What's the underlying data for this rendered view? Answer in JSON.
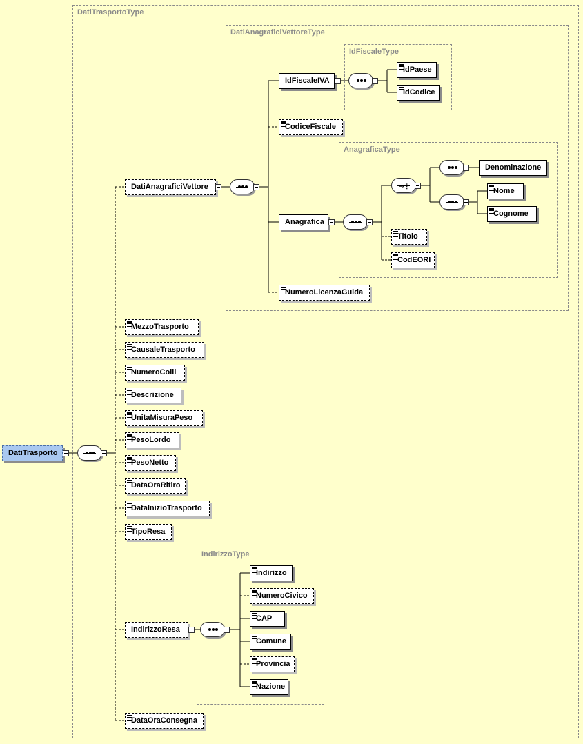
{
  "diagram": {
    "types": {
      "dati_trasporto_type": "DatiTrasportoType",
      "dati_anagrafici_vettore_type": "DatiAnagraficiVettoreType",
      "id_fiscale_type": "IdFiscaleType",
      "anagrafica_type": "AnagraficaType",
      "indirizzo_type": "IndirizzoType"
    },
    "nodes": {
      "dati_trasporto": "DatiTrasporto",
      "dati_anagrafici_vettore": "DatiAnagraficiVettore",
      "id_fiscale_iva": "IdFiscaleIVA",
      "id_paese": "IdPaese",
      "id_codice": "IdCodice",
      "codice_fiscale": "CodiceFiscale",
      "anagrafica": "Anagrafica",
      "denominazione": "Denominazione",
      "nome": "Nome",
      "cognome": "Cognome",
      "titolo": "Titolo",
      "cod_eori": "CodEORI",
      "numero_licenza_guida": "NumeroLicenzaGuida",
      "mezzo_trasporto": "MezzoTrasporto",
      "causale_trasporto": "CausaleTrasporto",
      "numero_colli": "NumeroColli",
      "descrizione": "Descrizione",
      "unita_misura_peso": "UnitaMisuraPeso",
      "peso_lordo": "PesoLordo",
      "peso_netto": "PesoNetto",
      "data_ora_ritiro": "DataOraRitiro",
      "data_inizio_trasporto": "DataInizioTrasporto",
      "tipo_resa": "TipoResa",
      "indirizzo_resa": "IndirizzoResa",
      "indirizzo": "Indirizzo",
      "numero_civico": "NumeroCivico",
      "cap": "CAP",
      "comune": "Comune",
      "provincia": "Provincia",
      "nazione": "Nazione",
      "data_ora_consegna": "DataOraConsegna"
    },
    "colors": {
      "background": "#ffffcc",
      "root_fill": "#a9c8f0",
      "node_fill": "#ffffff",
      "type_border": "#8a8a8a",
      "shadow": "#8c8c8c"
    }
  }
}
